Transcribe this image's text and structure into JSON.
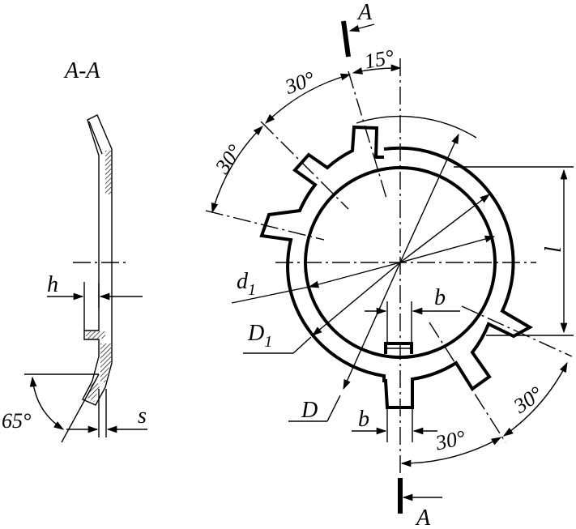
{
  "labels": {
    "section_title": "A-A",
    "section_mark_top": "A",
    "section_mark_bottom": "A",
    "angle_15": "15°",
    "angle_30_a": "30°",
    "angle_30_b": "30°",
    "angle_30_c": "30°",
    "angle_30_d": "30°",
    "angle_65": "65°",
    "dim_h": "h",
    "dim_s": "s",
    "dim_l": "l",
    "dim_b_top": "b",
    "dim_b_bottom": "b",
    "dim_d1": "d",
    "dim_d1_sub": "1",
    "dim_D1": "D",
    "dim_D1_sub": "1",
    "dim_D": "D"
  }
}
